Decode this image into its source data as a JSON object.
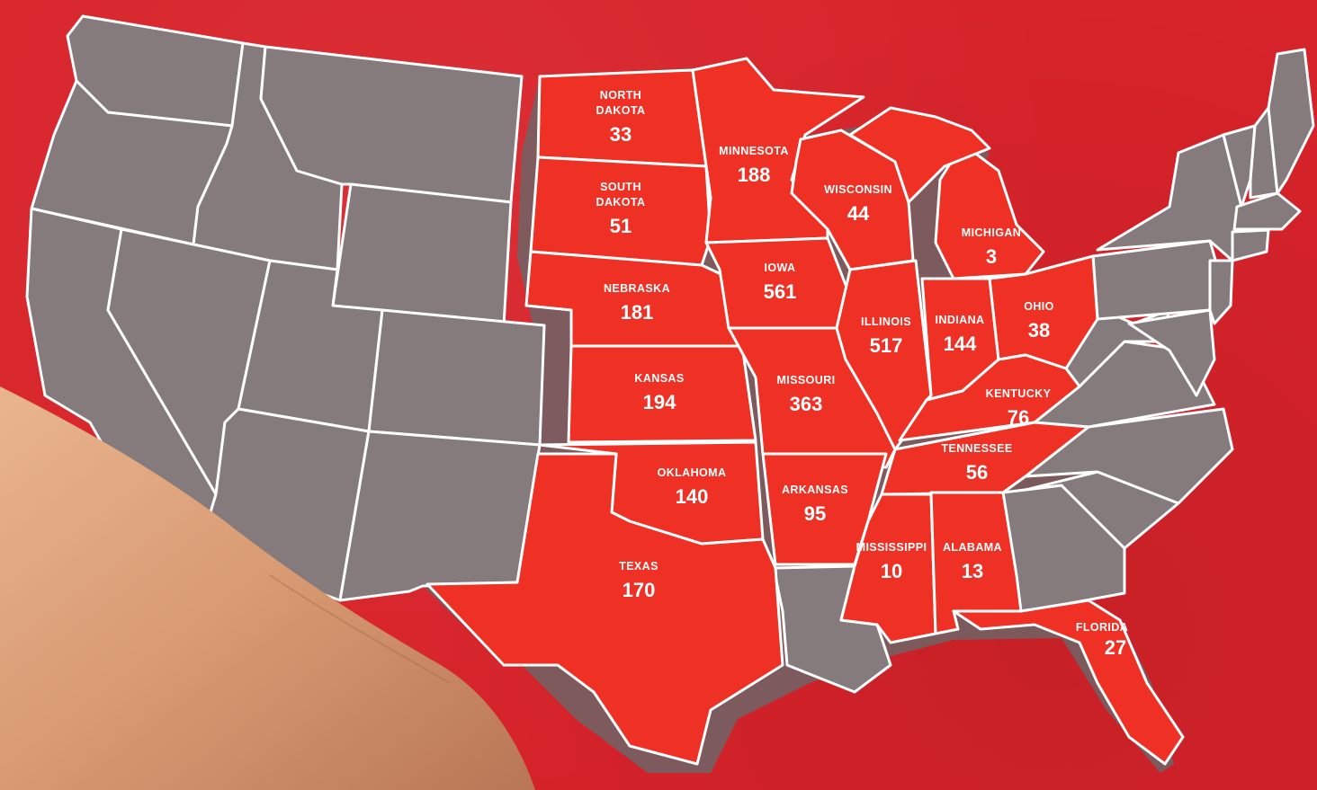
{
  "map": {
    "highlight_color": "#ee3124",
    "other_color": "#857a7c",
    "background_color": "#d8232a",
    "border_color": "#ffffff",
    "states": [
      {
        "id": "north-dakota",
        "name_lines": [
          "NORTH",
          "DAKOTA"
        ],
        "value": "33"
      },
      {
        "id": "south-dakota",
        "name_lines": [
          "SOUTH",
          "DAKOTA"
        ],
        "value": "51"
      },
      {
        "id": "nebraska",
        "name_lines": [
          "NEBRASKA"
        ],
        "value": "181"
      },
      {
        "id": "kansas",
        "name_lines": [
          "KANSAS"
        ],
        "value": "194"
      },
      {
        "id": "oklahoma",
        "name_lines": [
          "OKLAHOMA"
        ],
        "value": "140"
      },
      {
        "id": "texas",
        "name_lines": [
          "TEXAS"
        ],
        "value": "170"
      },
      {
        "id": "minnesota",
        "name_lines": [
          "MINNESOTA"
        ],
        "value": "188"
      },
      {
        "id": "iowa",
        "name_lines": [
          "IOWA"
        ],
        "value": "561"
      },
      {
        "id": "missouri",
        "name_lines": [
          "MISSOURI"
        ],
        "value": "363"
      },
      {
        "id": "arkansas",
        "name_lines": [
          "ARKANSAS"
        ],
        "value": "95"
      },
      {
        "id": "wisconsin",
        "name_lines": [
          "WISCONSIN"
        ],
        "value": "44"
      },
      {
        "id": "illinois",
        "name_lines": [
          "ILLINOIS"
        ],
        "value": "517"
      },
      {
        "id": "michigan",
        "name_lines": [
          "MICHIGAN"
        ],
        "value": "3"
      },
      {
        "id": "indiana",
        "name_lines": [
          "INDIANA"
        ],
        "value": "144"
      },
      {
        "id": "ohio",
        "name_lines": [
          "OHIO"
        ],
        "value": "38"
      },
      {
        "id": "kentucky",
        "name_lines": [
          "KENTUCKY"
        ],
        "value": "76"
      },
      {
        "id": "tennessee",
        "name_lines": [
          "TENNESSEE"
        ],
        "value": "56"
      },
      {
        "id": "mississippi",
        "name_lines": [
          "MISSISSIPPI"
        ],
        "value": "10"
      },
      {
        "id": "alabama",
        "name_lines": [
          "ALABAMA"
        ],
        "value": "13"
      },
      {
        "id": "florida",
        "name_lines": [
          "FLORIDA"
        ],
        "value": "27"
      }
    ]
  }
}
